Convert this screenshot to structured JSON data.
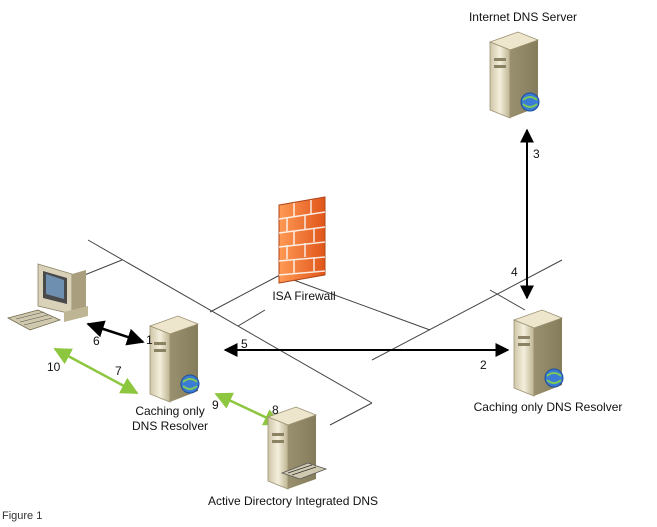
{
  "nodes": {
    "internet_dns": {
      "label": "Internet DNS Server"
    },
    "firewall": {
      "label": "ISA Firewall"
    },
    "caching_remote": {
      "label": "Caching only DNS Resolver"
    },
    "caching_local": {
      "label_line1": "Caching only",
      "label_line2": "DNS Resolver"
    },
    "ad_dns": {
      "label": "Active Directory Integrated DNS"
    }
  },
  "steps": [
    "1",
    "2",
    "3",
    "4",
    "5",
    "6",
    "7",
    "8",
    "9",
    "10"
  ],
  "caption": "Figure 1",
  "colors": {
    "query_arrow": "#000000",
    "response_arrow": "#8dc63f",
    "firewall": "#f26522",
    "network_line": "#333333"
  }
}
